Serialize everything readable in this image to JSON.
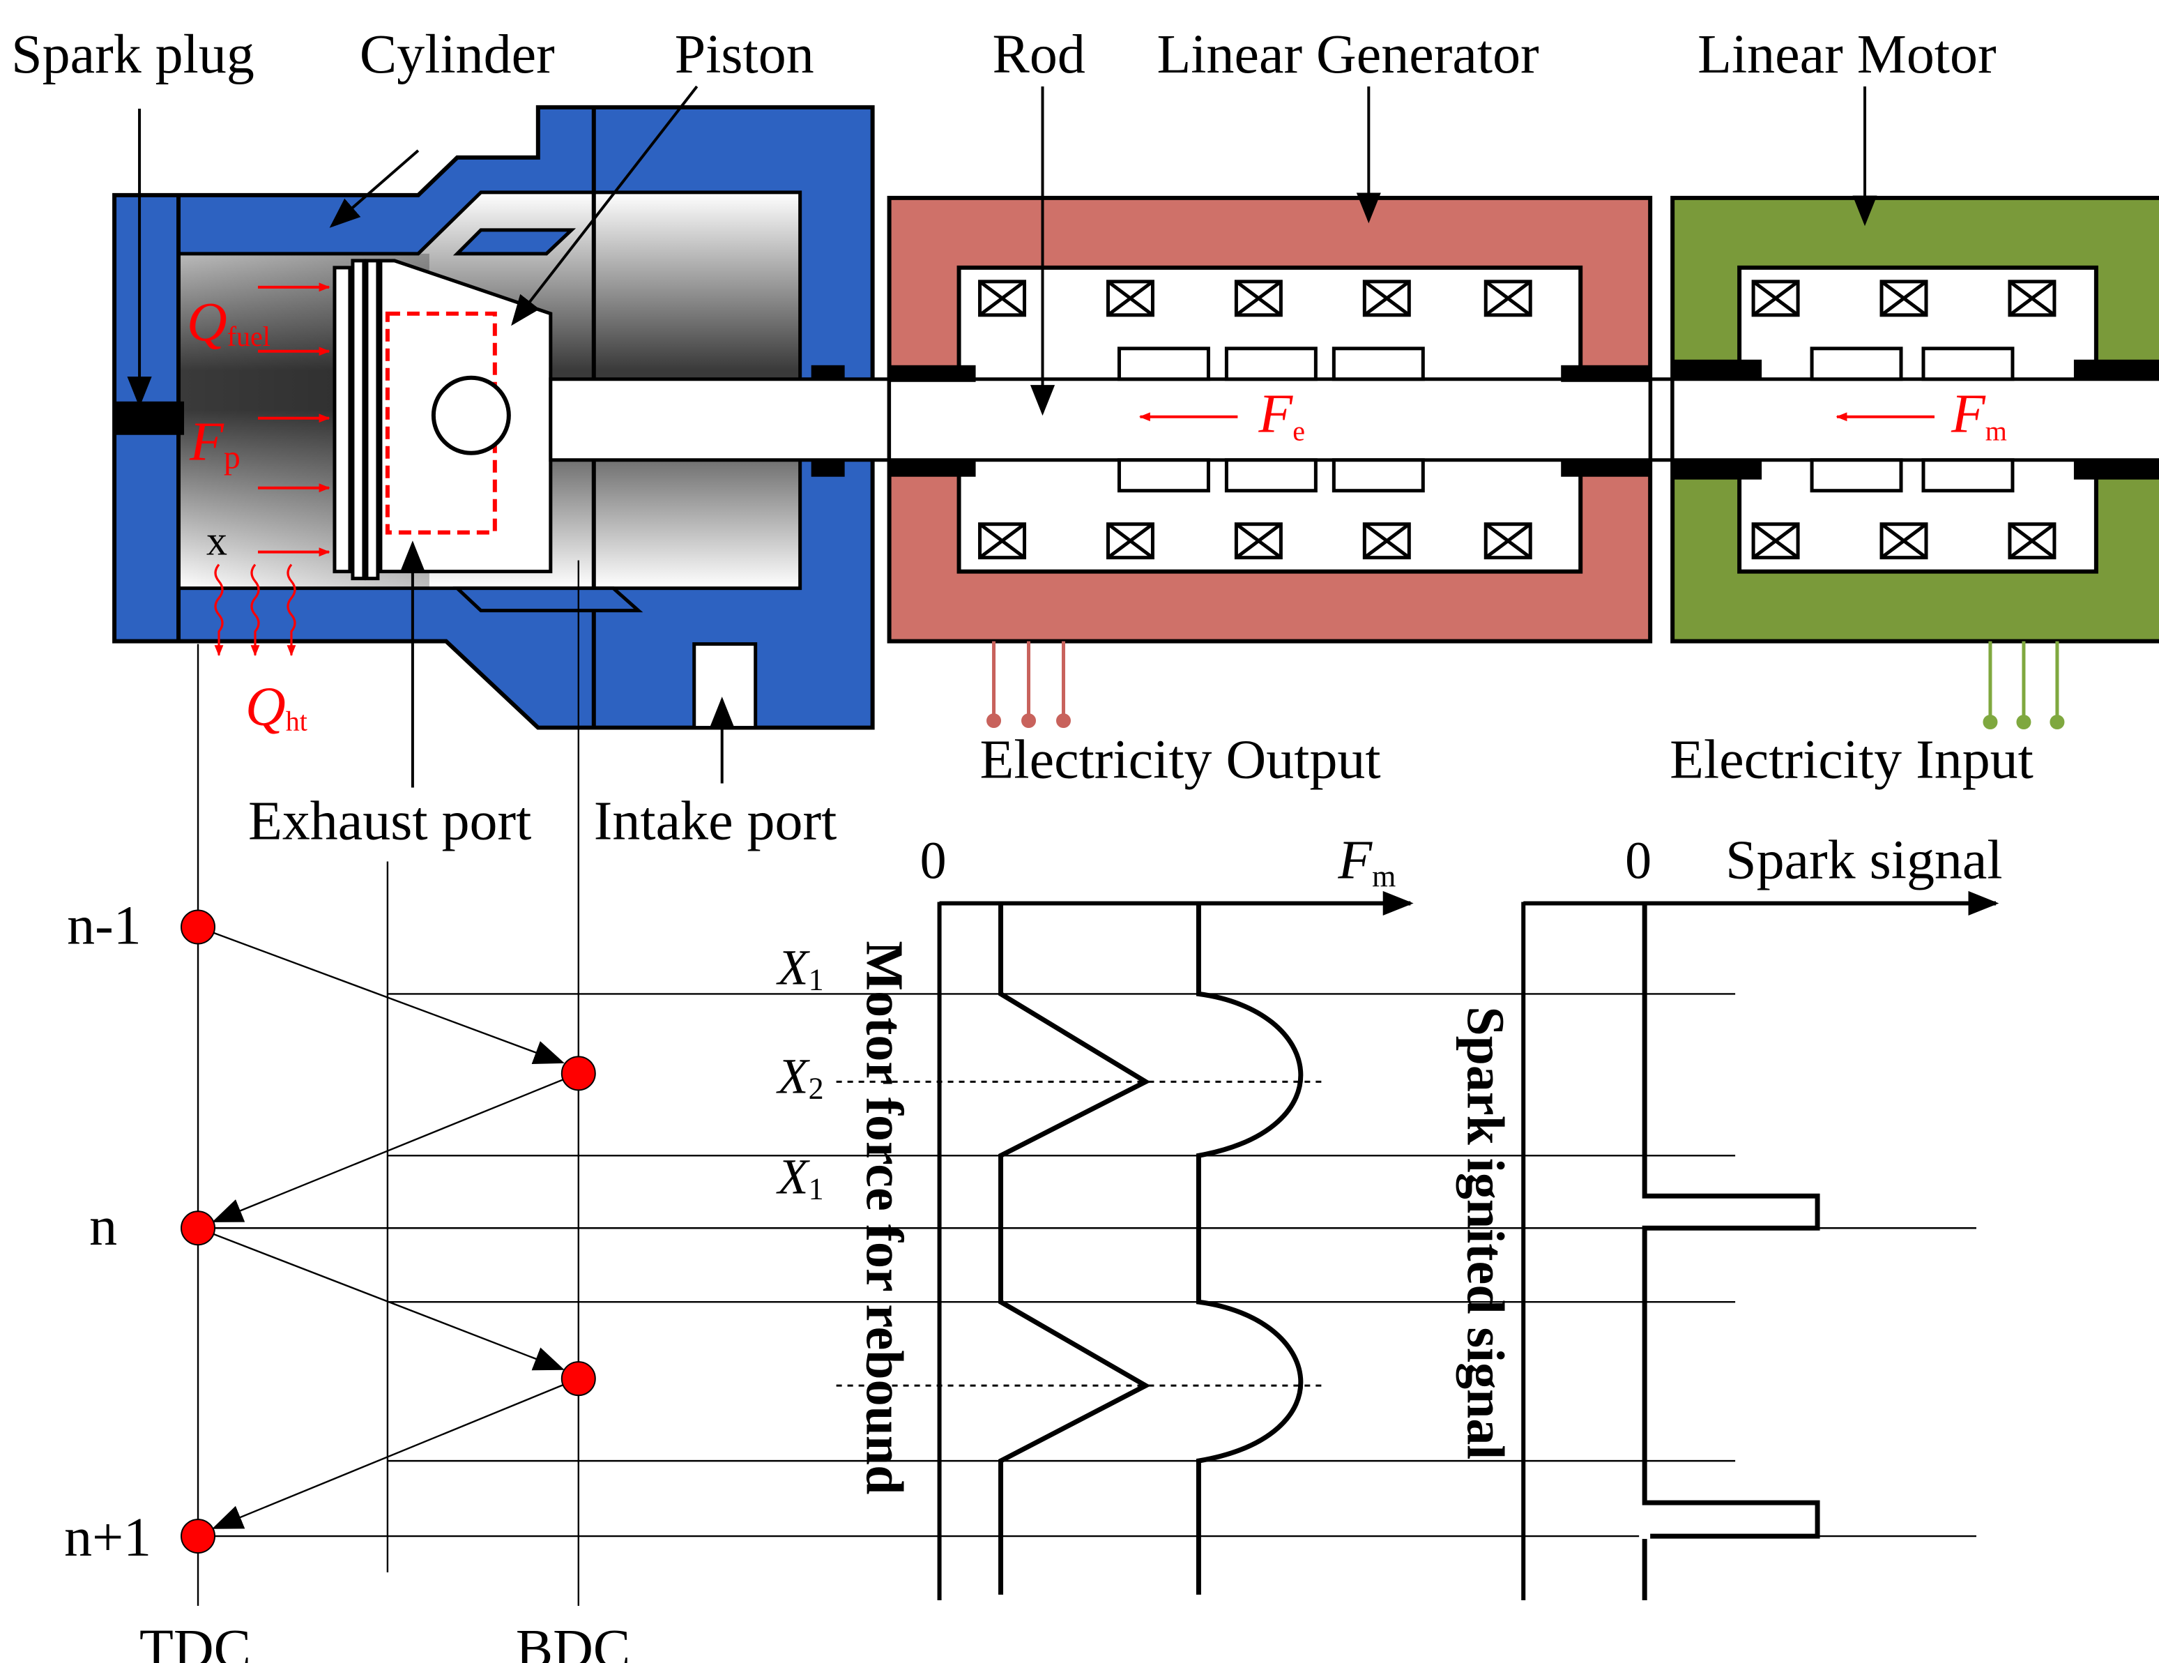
{
  "labels": {
    "spark_plug": "Spark plug",
    "cylinder": "Cylinder",
    "piston": "Piston",
    "rod": "Rod",
    "linear_generator": "Linear Generator",
    "linear_motor": "Linear Motor",
    "exhaust_port": "Exhaust port",
    "intake_port": "Intake port",
    "electricity_output": "Electricity Output",
    "electricity_input": "Electricity Input",
    "q_fuel": {
      "base": "Q",
      "sub": "fuel"
    },
    "f_p": {
      "base": "F",
      "sub": "p"
    },
    "x": "x",
    "q_ht": {
      "base": "Q",
      "sub": "ht"
    },
    "f_e": {
      "base": "F",
      "sub": "e"
    },
    "f_m_rod": {
      "base": "F",
      "sub": "m"
    }
  },
  "timeline": {
    "cycles": [
      "n-1",
      "n",
      "n+1"
    ],
    "tdc": "TDC",
    "bdc": "BDC"
  },
  "motor_chart": {
    "zero": "0",
    "axis": {
      "base": "F",
      "sub": "m"
    },
    "x1_top": {
      "base": "X",
      "sub": "1"
    },
    "x2": {
      "base": "X",
      "sub": "2"
    },
    "x1_mid": {
      "base": "X",
      "sub": "1"
    },
    "vertical_label": "Motor force for rebound"
  },
  "spark_chart": {
    "zero": "0",
    "axis": "Spark signal",
    "vertical_label": "Spark ignited signal"
  },
  "colors": {
    "cylinder_blue": "#2d62c1",
    "generator_red": "#cf7169",
    "motor_green": "#7a9a3a",
    "annotation_red": "#ff0000",
    "wire_red": "#c8625c",
    "wire_green": "#7fa83f"
  }
}
